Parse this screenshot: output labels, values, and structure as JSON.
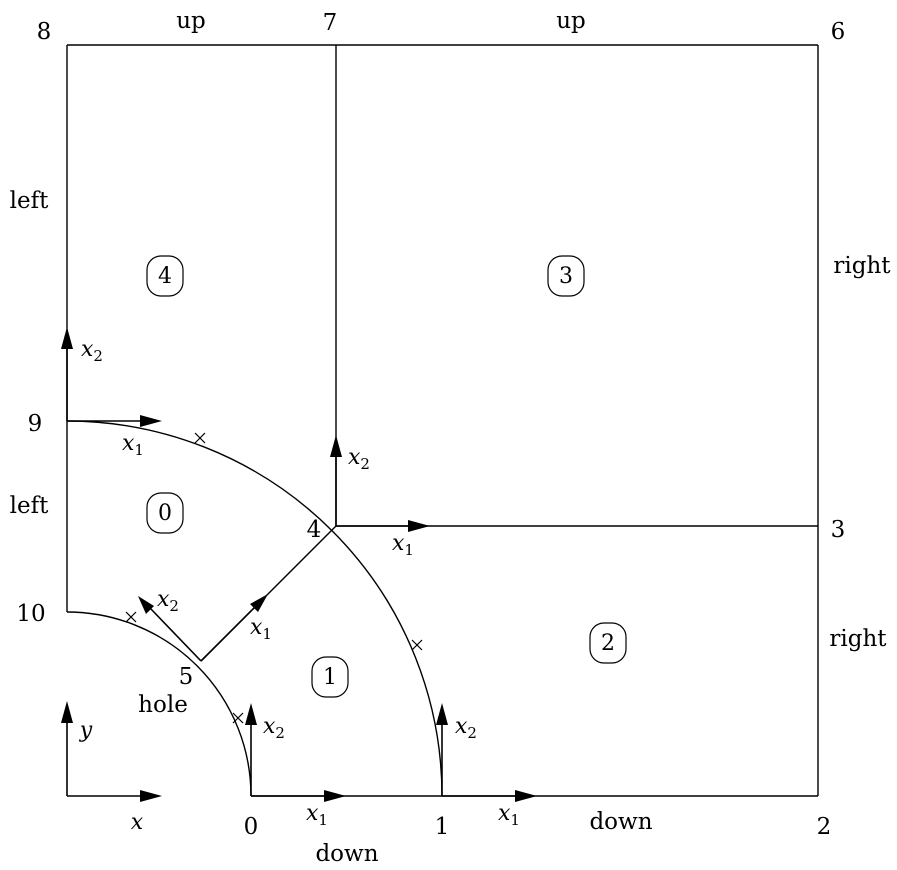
{
  "vertices": {
    "v0": "0",
    "v1": "1",
    "v2": "2",
    "v3": "3",
    "v4": "4",
    "v5": "5",
    "v6": "6",
    "v7": "7",
    "v8": "8",
    "v9": "9",
    "v10": "10"
  },
  "boundaries": {
    "up_left": "up",
    "up_right": "up",
    "left_upper": "left",
    "left_lower": "left",
    "right_upper": "right",
    "right_lower": "right",
    "down_left": "down",
    "down_right": "down",
    "hole": "hole"
  },
  "blocks": {
    "b0": "0",
    "b1": "1",
    "b2": "2",
    "b3": "3",
    "b4": "4"
  },
  "axes": {
    "x": "x",
    "y": "y",
    "x1_base": "x",
    "x1_sub": "1",
    "x2_base": "x",
    "x2_sub": "2"
  }
}
